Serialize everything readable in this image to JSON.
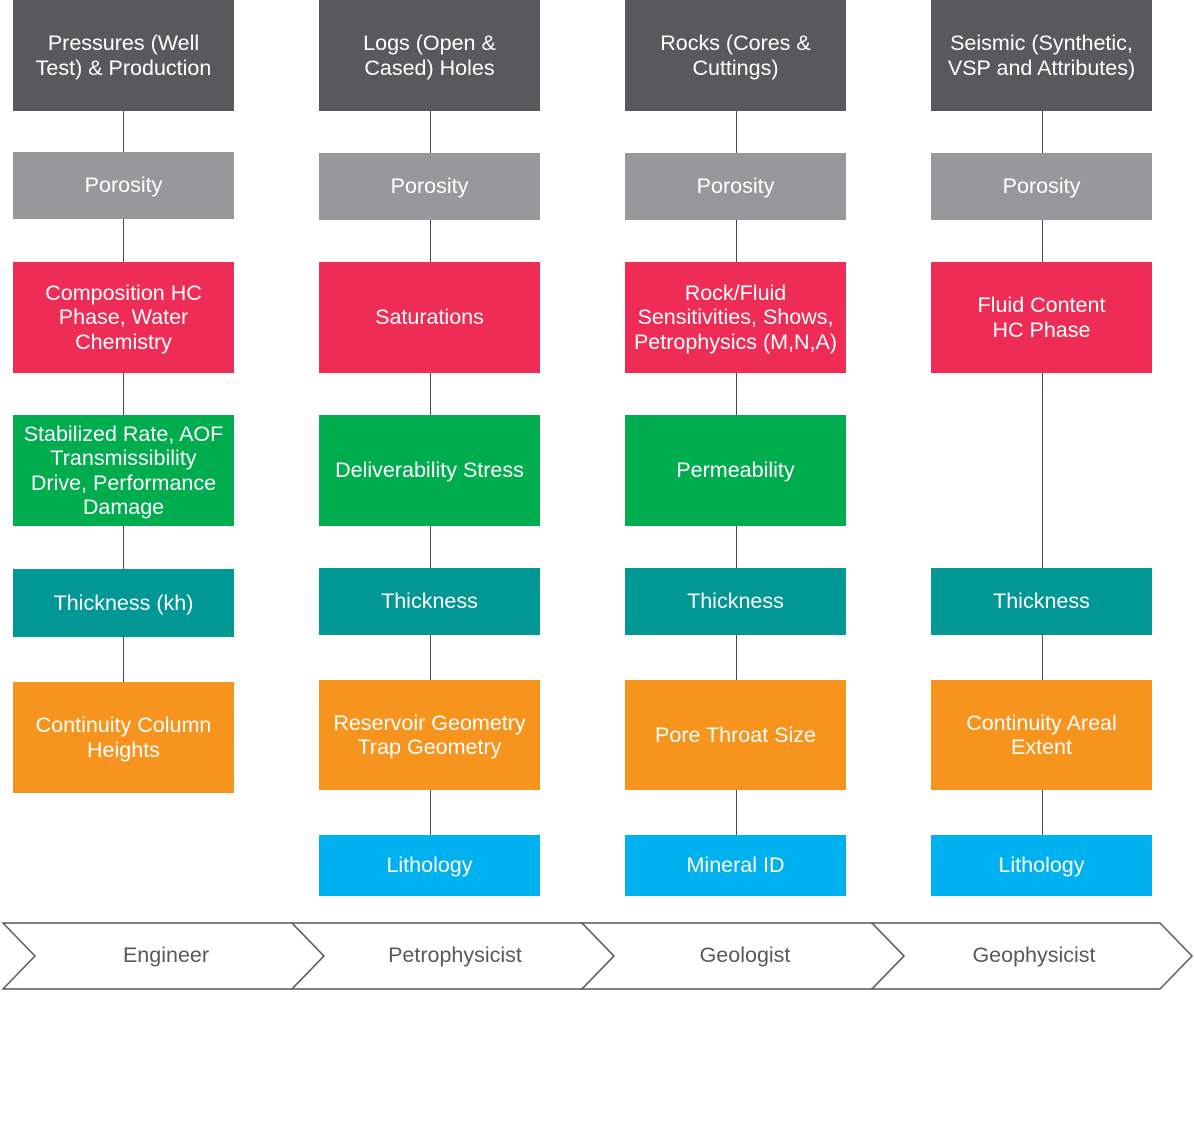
{
  "columns": [
    {
      "header": "Pressures (Well\nTest) & Production",
      "items": [
        {
          "label": "Porosity",
          "category": "porosity"
        },
        {
          "label": "Composition HC\nPhase, Water\nChemistry",
          "category": "red"
        },
        {
          "label": "Stabilized Rate, AOF\nTransmissibility\nDrive, Performance\nDamage",
          "category": "green"
        },
        {
          "label": "Thickness (kh)",
          "category": "teal"
        },
        {
          "label": "Continuity Column\nHeights",
          "category": "orange"
        }
      ]
    },
    {
      "header": "Logs (Open &\nCased) Holes",
      "items": [
        {
          "label": "Porosity",
          "category": "porosity"
        },
        {
          "label": "Saturations",
          "category": "red"
        },
        {
          "label": "Deliverability Stress",
          "category": "green"
        },
        {
          "label": "Thickness",
          "category": "teal"
        },
        {
          "label": "Reservoir Geometry\nTrap Geometry",
          "category": "orange"
        },
        {
          "label": "Lithology",
          "category": "blue"
        }
      ]
    },
    {
      "header": "Rocks (Cores &\nCuttings)",
      "items": [
        {
          "label": "Porosity",
          "category": "porosity"
        },
        {
          "label": "Rock/Fluid\nSensitivities, Shows,\nPetrophysics (M,N,A)",
          "category": "red"
        },
        {
          "label": "Permeability",
          "category": "green"
        },
        {
          "label": "Thickness",
          "category": "teal"
        },
        {
          "label": "Pore Throat Size",
          "category": "orange"
        },
        {
          "label": "Mineral ID",
          "category": "blue"
        }
      ]
    },
    {
      "header": "Seismic (Synthetic,\nVSP and Attributes)",
      "items": [
        {
          "label": "Porosity",
          "category": "porosity"
        },
        {
          "label": "Fluid Content\nHC Phase",
          "category": "red"
        },
        {
          "label": "Thickness",
          "category": "teal"
        },
        {
          "label": "Continuity Areal\nExtent",
          "category": "orange"
        },
        {
          "label": "Lithology",
          "category": "blue"
        }
      ]
    }
  ],
  "roles": [
    "Engineer",
    "Petrophysicist",
    "Geologist",
    "Geophysicist"
  ],
  "colors": {
    "header": "#58595b",
    "porosity": "#97989a",
    "red": "#ef2c55",
    "green": "#00ad4e",
    "teal": "#009794",
    "orange": "#f7941e",
    "blue": "#00b1ef",
    "role_text": "#58595b",
    "arrow_stroke": "#58595b"
  }
}
